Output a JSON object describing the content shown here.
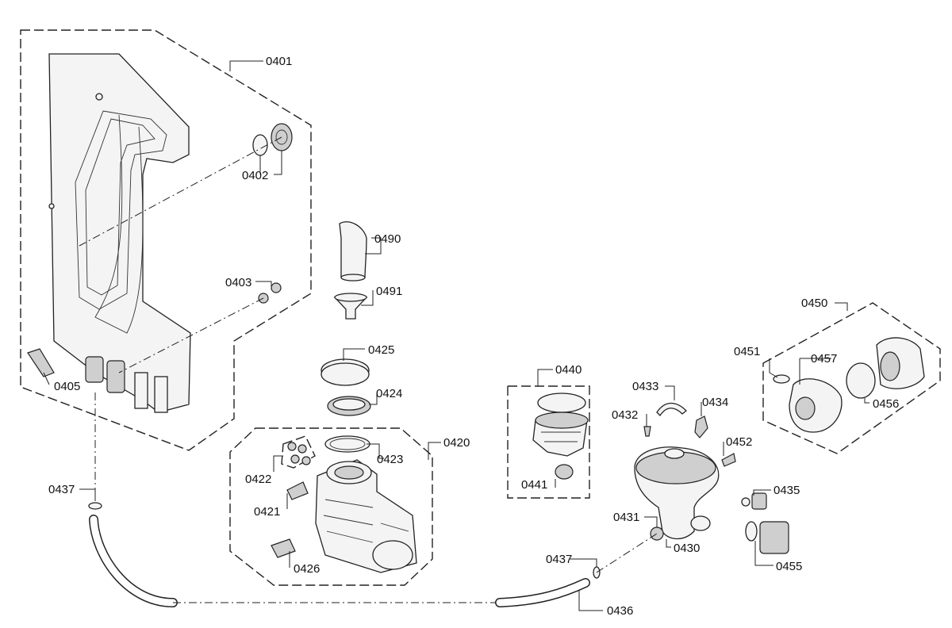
{
  "parts": {
    "p0401": "0401",
    "p0402": "0402",
    "p0403": "0403",
    "p0405": "0405",
    "p0490": "0490",
    "p0491": "0491",
    "p0425": "0425",
    "p0424": "0424",
    "p0420": "0420",
    "p0422": "0422",
    "p0423": "0423",
    "p0421": "0421",
    "p0426": "0426",
    "p0437a": "0437",
    "p0437b": "0437",
    "p0436": "0436",
    "p0440": "0440",
    "p0441": "0441",
    "p0433": "0433",
    "p0432": "0432",
    "p0434": "0434",
    "p0452": "0452",
    "p0431": "0431",
    "p0430": "0430",
    "p0435": "0435",
    "p0455": "0455",
    "p0450": "0450",
    "p0451": "0451",
    "p0457": "0457",
    "p0456": "0456"
  }
}
